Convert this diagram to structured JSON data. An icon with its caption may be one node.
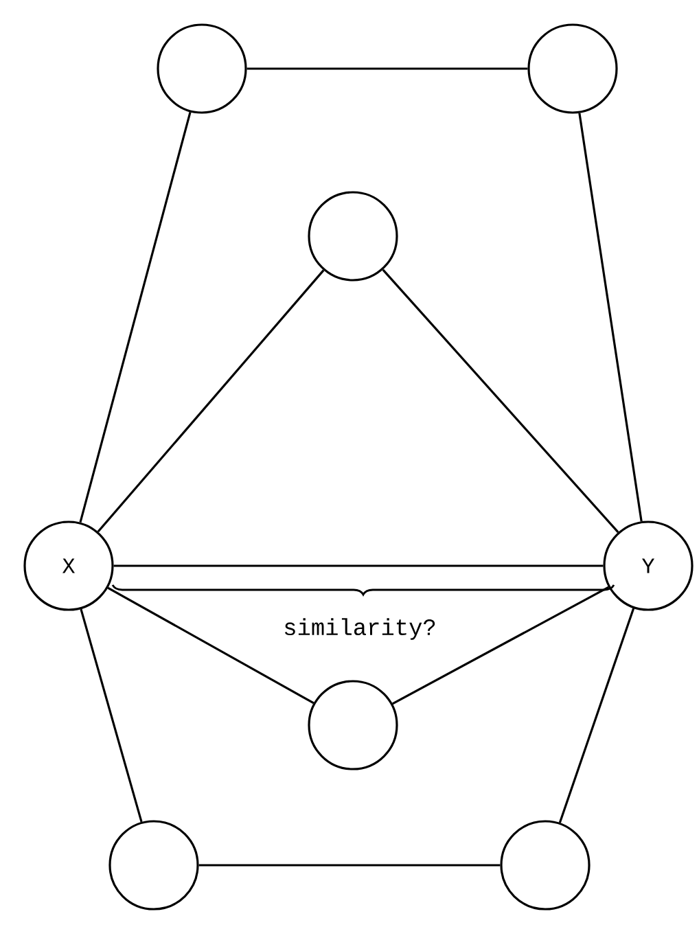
{
  "diagram": {
    "nodes": [
      {
        "text": [],
        "shape": "circle"
      },
      {
        "text": [],
        "shape": "circle"
      },
      {
        "text": [],
        "shape": "circle"
      },
      {
        "text": [
          "X"
        ]
      },
      {
        "text": [
          "Y"
        ]
      },
      {
        "text": [],
        "shape": "circle"
      },
      {
        "text": [],
        "shape": "circle"
      },
      {
        "text": [],
        "shape": "circle"
      }
    ],
    "edges": [
      {
        "from": 0,
        "to": 1,
        "arrow": "none"
      },
      {
        "from": 0,
        "to": 3,
        "arrow": "none"
      },
      {
        "from": 1,
        "to": 4,
        "arrow": "none"
      },
      {
        "from": 2,
        "to": 3,
        "arrow": "none"
      },
      {
        "from": 2,
        "to": 4,
        "arrow": "none"
      },
      {
        "from": 3,
        "to": 4,
        "arrow": "none"
      },
      {
        "from": 3,
        "to": 5,
        "arrow": "none"
      },
      {
        "from": 4,
        "to": 5,
        "arrow": "none"
      },
      {
        "from": 3,
        "to": 6,
        "arrow": "none"
      },
      {
        "from": 4,
        "to": 7,
        "arrow": "none"
      },
      {
        "from": 6,
        "to": 7,
        "arrow": "none"
      }
    ],
    "labels": [
      "similarity?"
    ]
  }
}
